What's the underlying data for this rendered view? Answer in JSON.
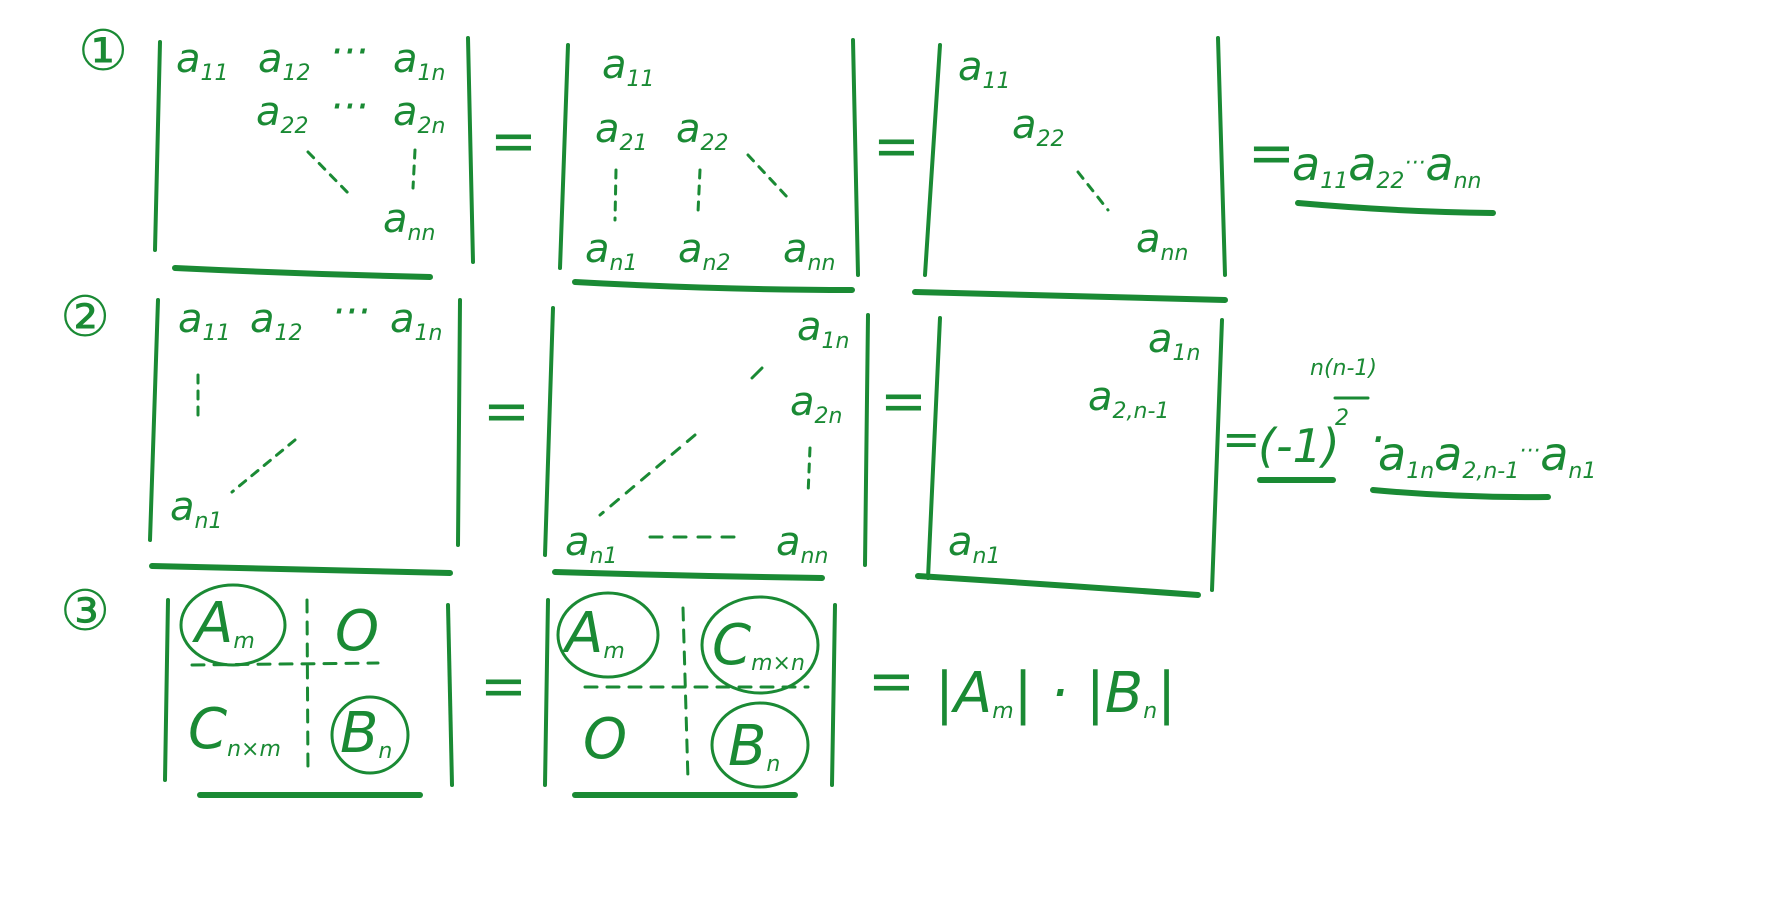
{
  "colors": {
    "ink": "#1a8a34",
    "background": "#ffffff"
  },
  "rows": [
    {
      "label": "①",
      "matrix_upper": {
        "r1": [
          "a",
          "11",
          "a",
          "12",
          "···",
          "a",
          "1n"
        ],
        "r2": [
          "a",
          "22",
          "···",
          "a",
          "2n"
        ],
        "r3": [
          "a",
          "nn"
        ]
      },
      "matrix_lower": {
        "r1": [
          "a",
          "11"
        ],
        "r2": [
          "a",
          "21",
          "a",
          "22"
        ],
        "r3": [
          "a",
          "n1",
          "a",
          "n2",
          "a",
          "nn"
        ]
      },
      "matrix_diag": {
        "r1": [
          "a",
          "11"
        ],
        "r2": [
          "a",
          "22"
        ],
        "r3": [
          "a",
          "nn"
        ]
      },
      "result": [
        "a",
        "11",
        "a",
        "22",
        "···",
        "a",
        "nn"
      ]
    },
    {
      "label": "②",
      "matrix_upper_anti": {
        "r1": [
          "a",
          "11",
          "a",
          "12",
          "···",
          "a",
          "1n"
        ],
        "r3": [
          "a",
          "n1"
        ]
      },
      "matrix_lower_anti": {
        "r1": [
          "a",
          "1n"
        ],
        "r2": [
          "a",
          "2n"
        ],
        "r3": [
          "a",
          "n1",
          "a",
          "nn"
        ]
      },
      "matrix_anti_diag": {
        "r1": [
          "a",
          "1n"
        ],
        "r2": [
          "a",
          "2,n-1"
        ],
        "r3": [
          "a",
          "n1"
        ]
      },
      "result": {
        "base": "(-1)",
        "exponent_num": "n(n-1)",
        "exponent_den": "2",
        "dot": "·",
        "terms": [
          "a",
          "1n",
          "a",
          "2,n-1",
          "···",
          "a",
          "n1"
        ]
      }
    },
    {
      "label": "③",
      "block_left": {
        "tl": [
          "A",
          "m"
        ],
        "tr": "O",
        "bl": [
          "C",
          "n×m"
        ],
        "br": [
          "B",
          "n"
        ]
      },
      "block_right": {
        "tl": [
          "A",
          "m"
        ],
        "tr": [
          "C",
          "m×n"
        ],
        "bl": "O",
        "br": [
          "B",
          "n"
        ]
      },
      "result": {
        "open": "|",
        "a": "A",
        "a_sub": "m",
        "mid": "| · |",
        "b": "B",
        "b_sub": "n",
        "close": "|"
      }
    }
  ],
  "symbols": {
    "equals": "="
  }
}
